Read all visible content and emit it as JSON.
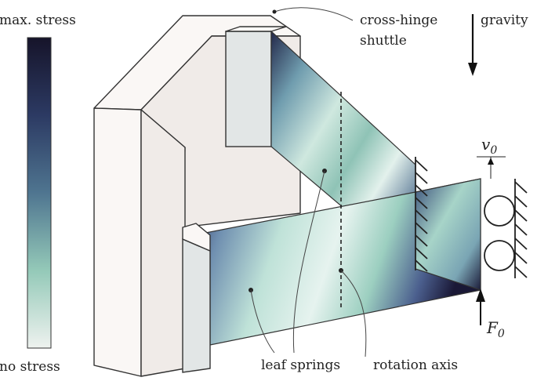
{
  "colorbar": {
    "top_label": "max. stress",
    "bottom_label": "no stress",
    "colors": [
      "#16142a",
      "#2c3a63",
      "#4f7590",
      "#94c9b8",
      "#eef2ef"
    ]
  },
  "labels": {
    "shuttle_line1": "cross-hinge",
    "shuttle_line2": "shuttle",
    "gravity": "gravity",
    "leaf_springs": "leaf springs",
    "rotation_axis": "rotation axis",
    "displacement": "v",
    "displacement_sub": "0",
    "force": "F",
    "force_sub": "0"
  },
  "icons": [
    "gravity-arrow-icon",
    "force-arrow-icon",
    "displacement-arrow-icon",
    "roller-support-icon",
    "fixed-support-hatch-icon"
  ]
}
